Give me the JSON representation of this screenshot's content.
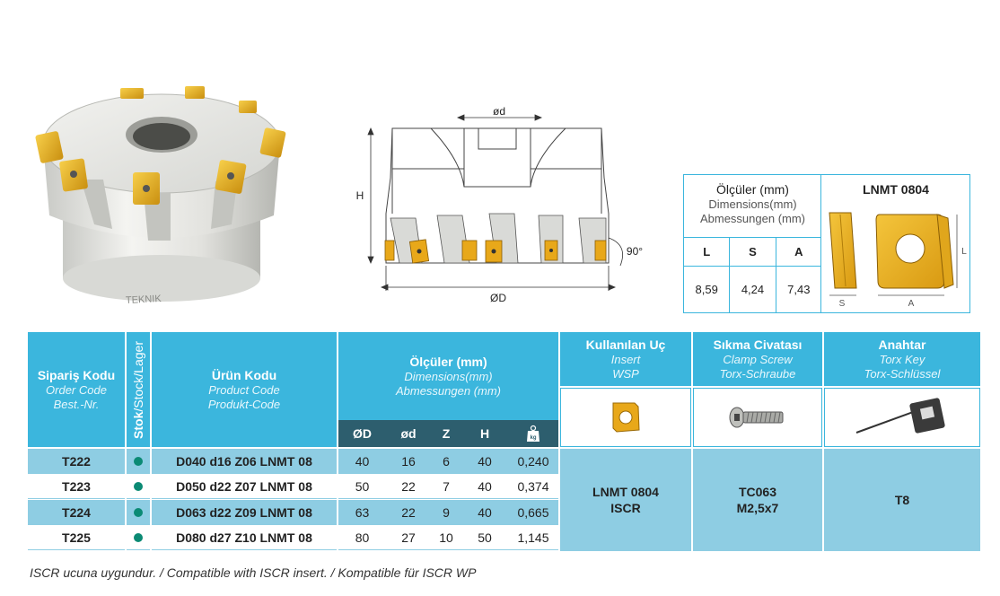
{
  "brand": "TEKNIK",
  "drawing": {
    "label_bore": "ød",
    "label_height": "H",
    "label_diameter": "ØD",
    "label_angle": "90°"
  },
  "dims_box": {
    "title_tr": "Ölçüler (mm)",
    "title_en": "Dimensions(mm)",
    "title_de": "Abmessungen (mm)",
    "headers": [
      "L",
      "S",
      "A"
    ],
    "values": [
      "8,59",
      "4,24",
      "7,43"
    ],
    "insert_name": "LNMT 0804",
    "label_L": "L",
    "label_S": "S",
    "label_A": "A"
  },
  "table": {
    "order_code": {
      "tr": "Sipariş Kodu",
      "en": "Order Code",
      "de": "Best.-Nr."
    },
    "stock": {
      "tr": "Stok",
      "rest": "/Stock/Lager"
    },
    "product_code": {
      "tr": "Ürün Kodu",
      "en": "Product Code",
      "de": "Produkt-Code"
    },
    "dimensions": {
      "tr": "Ölçüler (mm)",
      "en": "Dimensions(mm)",
      "de": "Abmessungen (mm)"
    },
    "dim_cols": [
      "ØD",
      "ød",
      "Z",
      "H"
    ],
    "weight_icon_label": "kg",
    "insert": {
      "tr": "Kullanılan Uç",
      "en": "Insert",
      "de": "WSP"
    },
    "screw": {
      "tr": "Sıkma Civatası",
      "en": "Clamp Screw",
      "de": "Torx-Schraube"
    },
    "key": {
      "tr": "Anahtar",
      "en": "Torx Key",
      "de": "Torx-Schlüssel"
    },
    "rows": [
      {
        "code": "T222",
        "product": "D040 d16 Z06 LNMT 08",
        "D": "40",
        "d": "16",
        "Z": "6",
        "H": "40",
        "kg": "0,240"
      },
      {
        "code": "T223",
        "product": "D050 d22 Z07 LNMT 08",
        "D": "50",
        "d": "22",
        "Z": "7",
        "H": "40",
        "kg": "0,374"
      },
      {
        "code": "T224",
        "product": "D063 d22 Z09 LNMT 08",
        "D": "63",
        "d": "22",
        "Z": "9",
        "H": "40",
        "kg": "0,665"
      },
      {
        "code": "T225",
        "product": "D080 d27 Z10 LNMT 08",
        "D": "80",
        "d": "27",
        "Z": "10",
        "H": "50",
        "kg": "1,145"
      }
    ],
    "insert_value_1": "LNMT 0804",
    "insert_value_2": "ISCR",
    "screw_value_1": "TC063",
    "screw_value_2": "M2,5x7",
    "key_value": "T8"
  },
  "footnote": "ISCR ucuna uygundur. / Compatible with ISCR insert. / Kompatible für ISCR WP",
  "colors": {
    "header_blue": "#3bb6dd",
    "dark_teal": "#2d5e6e",
    "light_blue_row": "#8ecde3",
    "stock_dot": "#0b8a74",
    "insert_gold": "#e8a81a"
  }
}
